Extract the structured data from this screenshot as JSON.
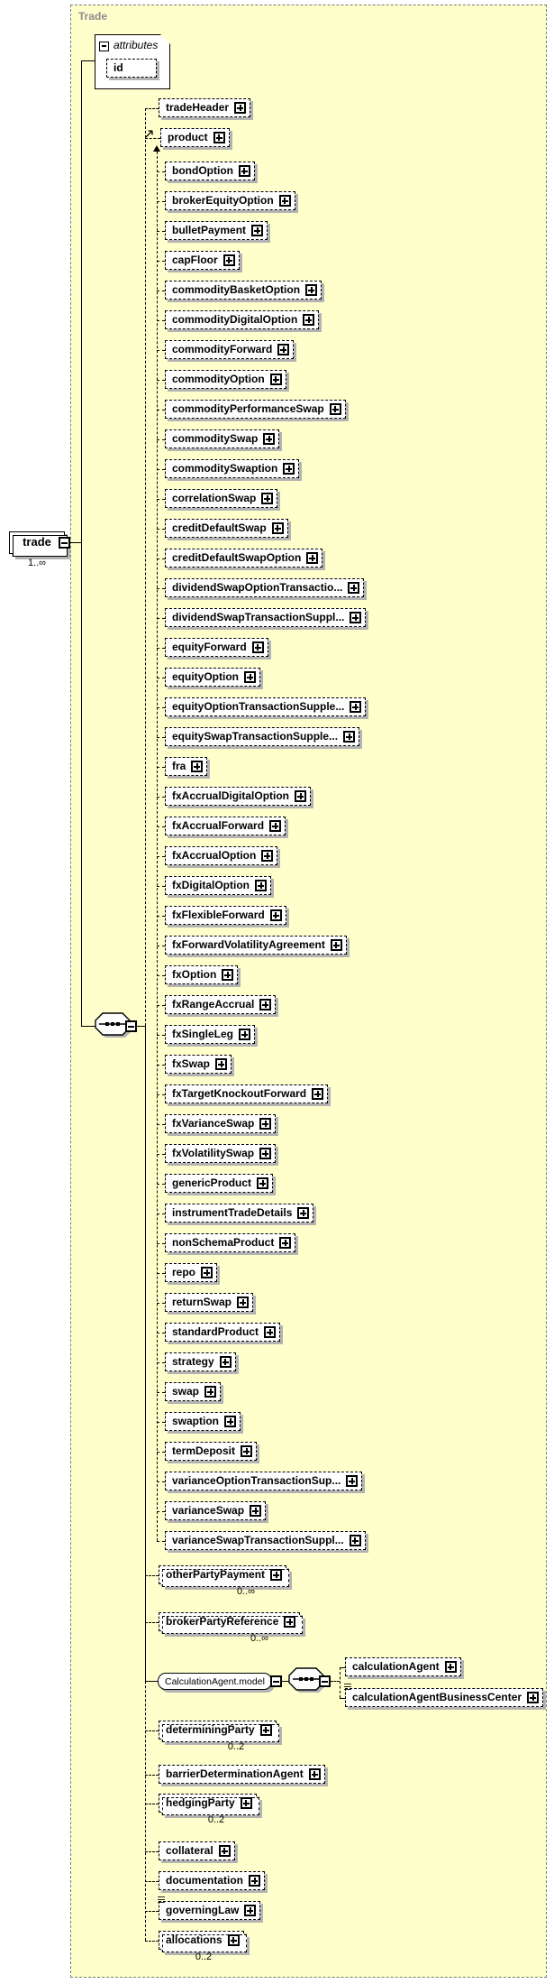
{
  "title": "Trade",
  "root": {
    "label": "trade",
    "occurrence": "1..∞"
  },
  "attributes": {
    "label": "attributes",
    "items": [
      {
        "label": "id"
      }
    ]
  },
  "compositor": "sequence",
  "children": [
    {
      "label": "tradeHeader",
      "group": "main"
    },
    {
      "label": "product",
      "group": "head"
    },
    {
      "label": "bondOption",
      "group": "sub"
    },
    {
      "label": "brokerEquityOption",
      "group": "sub"
    },
    {
      "label": "bulletPayment",
      "group": "sub"
    },
    {
      "label": "capFloor",
      "group": "sub"
    },
    {
      "label": "commodityBasketOption",
      "group": "sub"
    },
    {
      "label": "commodityDigitalOption",
      "group": "sub"
    },
    {
      "label": "commodityForward",
      "group": "sub"
    },
    {
      "label": "commodityOption",
      "group": "sub"
    },
    {
      "label": "commodityPerformanceSwap",
      "group": "sub"
    },
    {
      "label": "commoditySwap",
      "group": "sub"
    },
    {
      "label": "commoditySwaption",
      "group": "sub"
    },
    {
      "label": "correlationSwap",
      "group": "sub"
    },
    {
      "label": "creditDefaultSwap",
      "group": "sub"
    },
    {
      "label": "creditDefaultSwapOption",
      "group": "sub"
    },
    {
      "label": "dividendSwapOptionTransactio...",
      "group": "sub"
    },
    {
      "label": "dividendSwapTransactionSuppl...",
      "group": "sub"
    },
    {
      "label": "equityForward",
      "group": "sub"
    },
    {
      "label": "equityOption",
      "group": "sub"
    },
    {
      "label": "equityOptionTransactionSupple...",
      "group": "sub"
    },
    {
      "label": "equitySwapTransactionSupple...",
      "group": "sub"
    },
    {
      "label": "fra",
      "group": "sub"
    },
    {
      "label": "fxAccrualDigitalOption",
      "group": "sub"
    },
    {
      "label": "fxAccrualForward",
      "group": "sub"
    },
    {
      "label": "fxAccrualOption",
      "group": "sub"
    },
    {
      "label": "fxDigitalOption",
      "group": "sub"
    },
    {
      "label": "fxFlexibleForward",
      "group": "sub"
    },
    {
      "label": "fxForwardVolatilityAgreement",
      "group": "sub"
    },
    {
      "label": "fxOption",
      "group": "sub"
    },
    {
      "label": "fxRangeAccrual",
      "group": "sub"
    },
    {
      "label": "fxSingleLeg",
      "group": "sub"
    },
    {
      "label": "fxSwap",
      "group": "sub"
    },
    {
      "label": "fxTargetKnockoutForward",
      "group": "sub"
    },
    {
      "label": "fxVarianceSwap",
      "group": "sub"
    },
    {
      "label": "fxVolatilitySwap",
      "group": "sub"
    },
    {
      "label": "genericProduct",
      "group": "sub"
    },
    {
      "label": "instrumentTradeDetails",
      "group": "sub"
    },
    {
      "label": "nonSchemaProduct",
      "group": "sub"
    },
    {
      "label": "repo",
      "group": "sub"
    },
    {
      "label": "returnSwap",
      "group": "sub"
    },
    {
      "label": "standardProduct",
      "group": "sub"
    },
    {
      "label": "strategy",
      "group": "sub"
    },
    {
      "label": "swap",
      "group": "sub"
    },
    {
      "label": "swaption",
      "group": "sub"
    },
    {
      "label": "termDeposit",
      "group": "sub"
    },
    {
      "label": "varianceOptionTransactionSup...",
      "group": "sub"
    },
    {
      "label": "varianceSwap",
      "group": "sub"
    },
    {
      "label": "varianceSwapTransactionSuppl...",
      "group": "sub"
    },
    {
      "label": "otherPartyPayment",
      "group": "main",
      "occurrence": "0..∞",
      "multi": true
    },
    {
      "label": "brokerPartyReference",
      "group": "main",
      "occurrence": "0..∞",
      "multi": true
    },
    {
      "label": "CalculationAgent.model",
      "group": "main",
      "kind": "group",
      "children": [
        {
          "label": "calculationAgent"
        },
        {
          "label": "calculationAgentBusinessCenter",
          "marker": true
        }
      ]
    },
    {
      "label": "determiningParty",
      "group": "main",
      "occurrence": "0..2",
      "multi": true
    },
    {
      "label": "barrierDeterminationAgent",
      "group": "main"
    },
    {
      "label": "hedgingParty",
      "group": "main",
      "occurrence": "0..2",
      "multi": true
    },
    {
      "label": "collateral",
      "group": "main"
    },
    {
      "label": "documentation",
      "group": "main"
    },
    {
      "label": "governingLaw",
      "group": "main",
      "marker": true
    },
    {
      "label": "allocations",
      "group": "main",
      "occurrence": "0..2",
      "multi": true
    }
  ],
  "icons": {
    "expand": "plus-in-box",
    "collapse": "minus-in-box",
    "sequence": "octagon-with-dots",
    "substitution": "ne-arrow"
  },
  "colors": {
    "container_bg": "#ffffcc",
    "container_border": "#7a7a7a",
    "label_gray": "#8c8c8c",
    "shadow": "#b3b3b3",
    "line": "#000000",
    "box_bg": "#ffffff"
  }
}
